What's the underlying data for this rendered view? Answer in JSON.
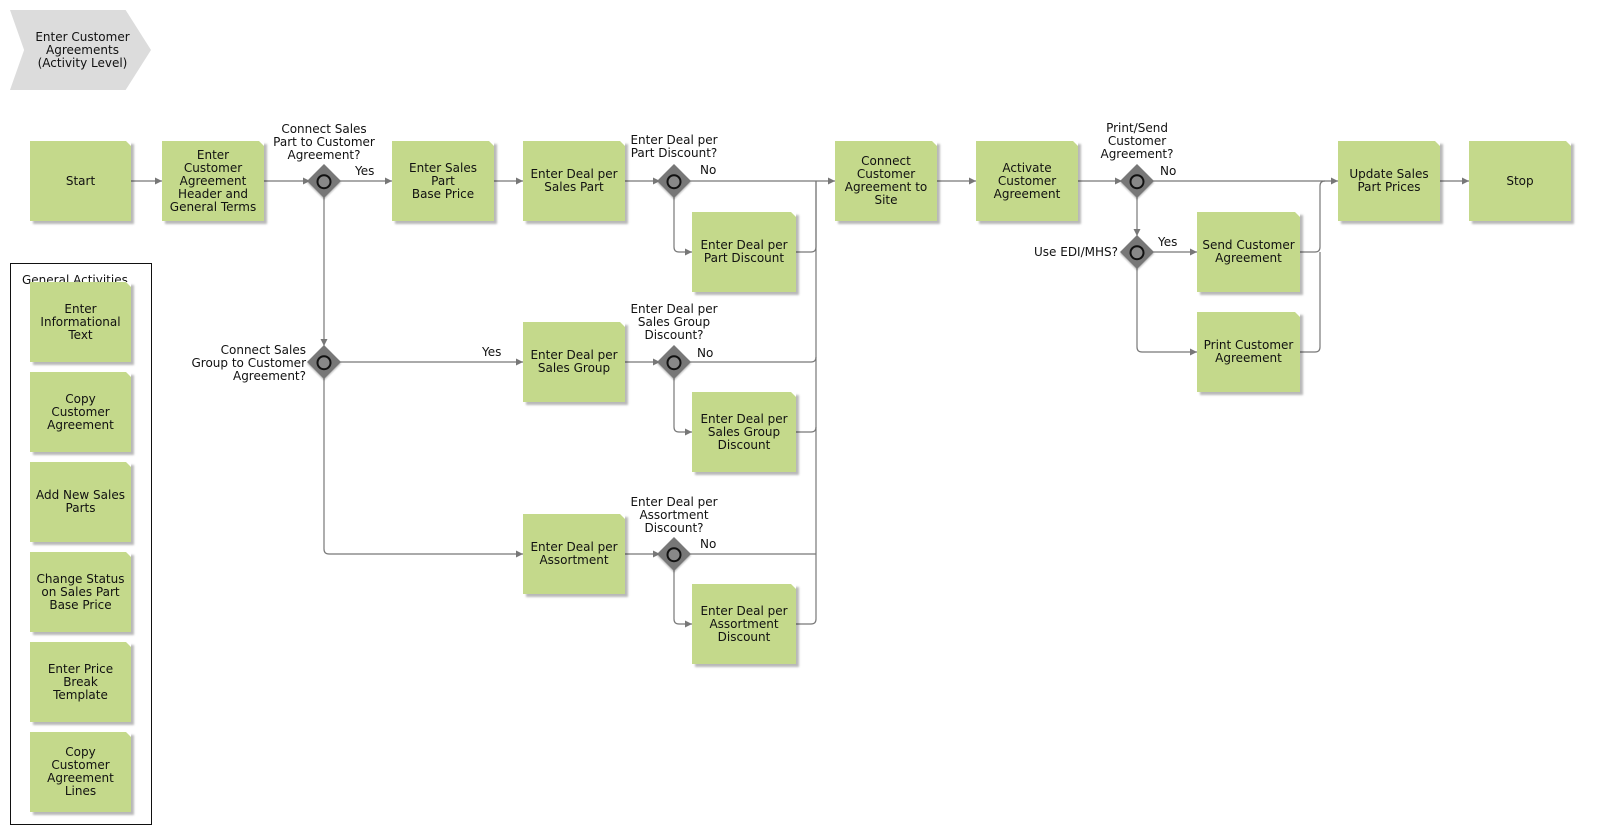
{
  "process": {
    "label": "Enter Customer\nAgreements\n(Activity Level)"
  },
  "activities": {
    "start": "Start",
    "header": "Enter Customer\nAgreement\nHeader and\nGeneral Terms",
    "base_price": "Enter Sales Part\nBase Price",
    "deal_part": "Enter Deal per\nSales Part",
    "deal_part_discount": "Enter Deal per\nPart Discount",
    "deal_group": "Enter Deal per\nSales Group",
    "deal_group_discount": "Enter Deal per\nSales Group\nDiscount",
    "deal_assortment": "Enter Deal per\nAssortment",
    "deal_assortment_discount": "Enter Deal per\nAssortment\nDiscount",
    "connect_site": "Connect\nCustomer\nAgreement to\nSite",
    "activate": "Activate\nCustomer\nAgreement",
    "send": "Send Customer\nAgreement",
    "print": "Print Customer\nAgreement",
    "update_prices": "Update Sales\nPart Prices",
    "stop": "Stop"
  },
  "gateways": {
    "g_part": "Connect Sales\nPart to Customer\nAgreement?",
    "g_group": "Connect Sales\nGroup to Customer\nAgreement?",
    "g_part_discount": "Enter Deal per\nPart Discount?",
    "g_group_discount": "Enter Deal per\nSales Group\nDiscount?",
    "g_assortment_discount": "Enter Deal per\nAssortment\nDiscount?",
    "g_print_send": "Print/Send\nCustomer\nAgreement?",
    "g_edi": "Use EDI/MHS?"
  },
  "edge_labels": {
    "yes_part": "Yes",
    "yes_group": "Yes",
    "no_part_discount": "No",
    "no_group_discount": "No",
    "no_assortment_discount": "No",
    "no_print_send": "No",
    "yes_edi": "Yes"
  },
  "general": {
    "title": "General Activities",
    "items": [
      "Enter\nInformational\nText",
      "Copy Customer\nAgreement",
      "Add New Sales\nParts",
      "Change Status\non Sales Part\nBase Price",
      "Enter Price Break\nTemplate",
      "Copy Customer\nAgreement Lines"
    ]
  },
  "colors": {
    "activity_fill": "#c4d98b",
    "gateway_fill": "#777777",
    "process_fill": "#dcdcdc",
    "line": "#777777"
  }
}
